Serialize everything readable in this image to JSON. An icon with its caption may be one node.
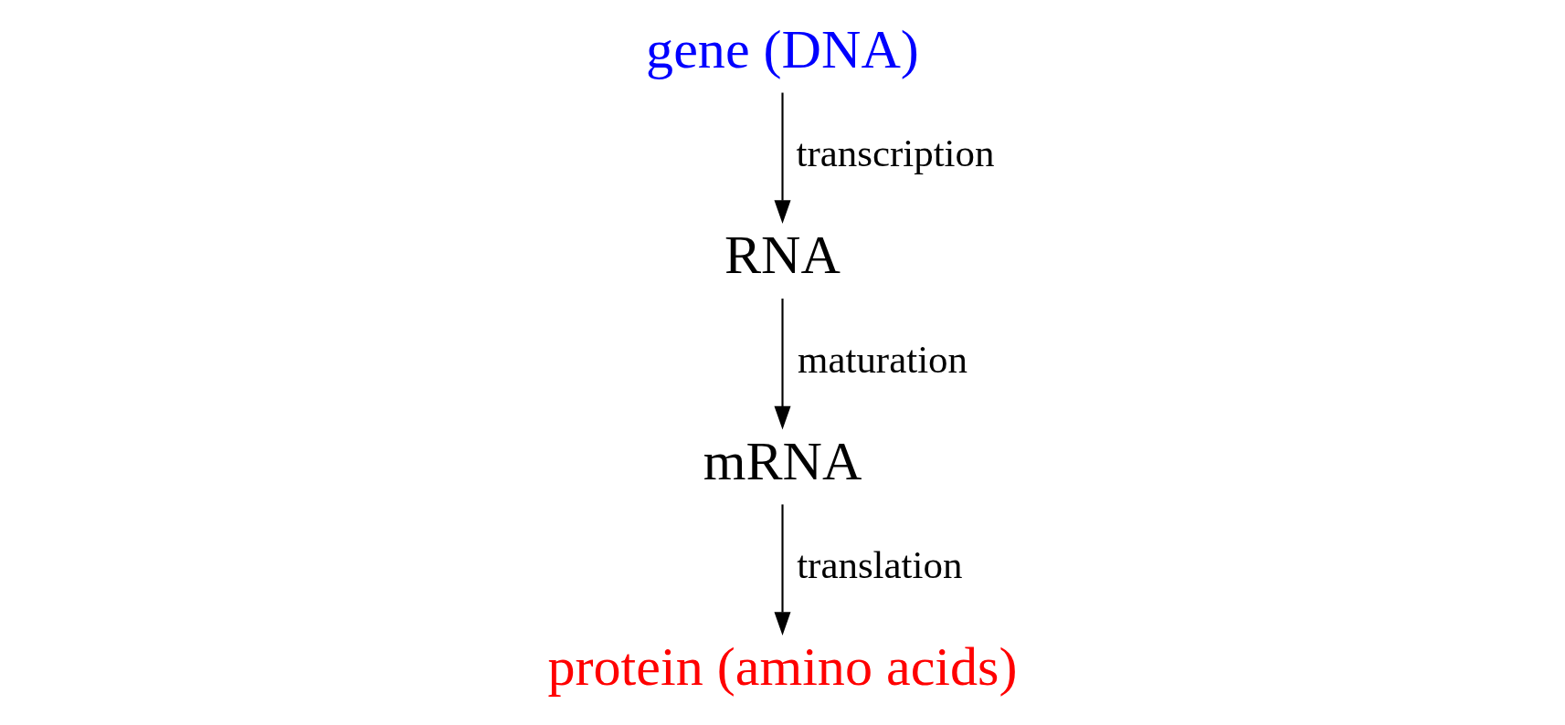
{
  "diagram": {
    "nodes": [
      {
        "text": [
          "gene (DNA)"
        ]
      },
      {
        "text": [
          "RNA"
        ]
      },
      {
        "text": [
          "mRNA"
        ]
      },
      {
        "text": [
          "protein (amino acids)"
        ]
      }
    ],
    "edges": [
      {
        "from": 0,
        "to": 1,
        "arrow": "to",
        "label": "transcription"
      },
      {
        "from": 1,
        "to": 2,
        "arrow": "to",
        "label": "maturation"
      },
      {
        "from": 2,
        "to": 3,
        "arrow": "to",
        "label": "translation"
      }
    ]
  }
}
